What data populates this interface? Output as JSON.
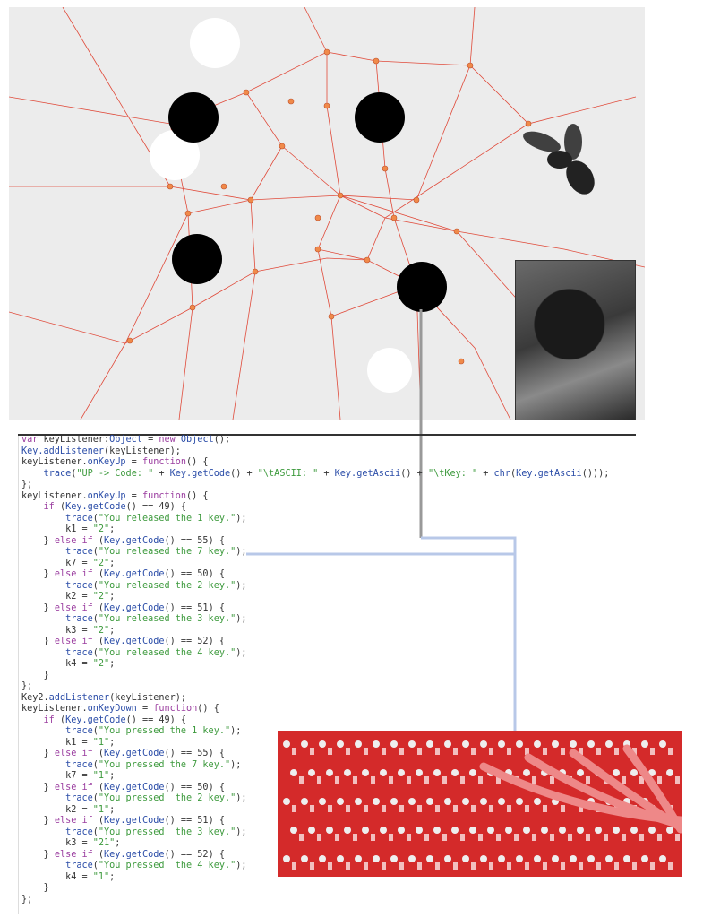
{
  "colors": {
    "road": "#e04a3a",
    "node": "#f08a4a",
    "code_keyword": "#9b3ea0",
    "code_method": "#2b4da8",
    "code_string": "#3d9a3d",
    "pcb": "#d42a2a",
    "connector": "#b8c8e8"
  },
  "code_lines": [
    [
      [
        "k",
        "var"
      ],
      [
        "p",
        " keyListener:"
      ],
      [
        "f",
        "Object"
      ],
      [
        "p",
        " = "
      ],
      [
        "k",
        "new"
      ],
      [
        "p",
        " "
      ],
      [
        "f",
        "Object"
      ],
      [
        "p",
        "();"
      ]
    ],
    [
      [
        "f",
        "Key.addListener"
      ],
      [
        "p",
        "(keyListener);"
      ]
    ],
    [
      [
        "p",
        "keyListener."
      ],
      [
        "f",
        "onKeyUp"
      ],
      [
        "p",
        " = "
      ],
      [
        "k",
        "function"
      ],
      [
        "p",
        "() {"
      ]
    ],
    [
      [
        "p",
        "    "
      ],
      [
        "f",
        "trace"
      ],
      [
        "p",
        "("
      ],
      [
        "s",
        "\"UP -> Code: \""
      ],
      [
        "p",
        " + "
      ],
      [
        "f",
        "Key.getCode"
      ],
      [
        "p",
        "() + "
      ],
      [
        "s",
        "\"\\tASCII: \""
      ],
      [
        "p",
        " + "
      ],
      [
        "f",
        "Key.getAscii"
      ],
      [
        "p",
        "() + "
      ],
      [
        "s",
        "\"\\tKey: \""
      ],
      [
        "p",
        " + "
      ],
      [
        "f",
        "chr"
      ],
      [
        "p",
        "("
      ],
      [
        "f",
        "Key.getAscii"
      ],
      [
        "p",
        "()));"
      ]
    ],
    [
      [
        "p",
        "};"
      ]
    ],
    [
      [
        "p",
        "keyListener."
      ],
      [
        "f",
        "onKeyUp"
      ],
      [
        "p",
        " = "
      ],
      [
        "k",
        "function"
      ],
      [
        "p",
        "() {"
      ]
    ],
    [
      [
        "p",
        "    "
      ],
      [
        "k",
        "if"
      ],
      [
        "p",
        " ("
      ],
      [
        "f",
        "Key.getCode"
      ],
      [
        "p",
        "() == 49) {"
      ]
    ],
    [
      [
        "p",
        "        "
      ],
      [
        "f",
        "trace"
      ],
      [
        "p",
        "("
      ],
      [
        "s",
        "\"You released the 1 key.\""
      ],
      [
        "p",
        ");"
      ]
    ],
    [
      [
        "p",
        "        k1 = "
      ],
      [
        "s",
        "\"2\""
      ],
      [
        "p",
        ";"
      ]
    ],
    [
      [
        "p",
        "    } "
      ],
      [
        "k",
        "else if"
      ],
      [
        "p",
        " ("
      ],
      [
        "f",
        "Key.getCode"
      ],
      [
        "p",
        "() == 55) {"
      ]
    ],
    [
      [
        "p",
        "        "
      ],
      [
        "f",
        "trace"
      ],
      [
        "p",
        "("
      ],
      [
        "s",
        "\"You released the 7 key.\""
      ],
      [
        "p",
        ");"
      ]
    ],
    [
      [
        "p",
        "        k7 = "
      ],
      [
        "s",
        "\"2\""
      ],
      [
        "p",
        ";"
      ]
    ],
    [
      [
        "p",
        "    } "
      ],
      [
        "k",
        "else if"
      ],
      [
        "p",
        " ("
      ],
      [
        "f",
        "Key.getCode"
      ],
      [
        "p",
        "() == 50) {"
      ]
    ],
    [
      [
        "p",
        "        "
      ],
      [
        "f",
        "trace"
      ],
      [
        "p",
        "("
      ],
      [
        "s",
        "\"You released the 2 key.\""
      ],
      [
        "p",
        ");"
      ]
    ],
    [
      [
        "p",
        "        k2 = "
      ],
      [
        "s",
        "\"2\""
      ],
      [
        "p",
        ";"
      ]
    ],
    [
      [
        "p",
        "    } "
      ],
      [
        "k",
        "else if"
      ],
      [
        "p",
        " ("
      ],
      [
        "f",
        "Key.getCode"
      ],
      [
        "p",
        "() == 51) {"
      ]
    ],
    [
      [
        "p",
        "        "
      ],
      [
        "f",
        "trace"
      ],
      [
        "p",
        "("
      ],
      [
        "s",
        "\"You released the 3 key.\""
      ],
      [
        "p",
        ");"
      ]
    ],
    [
      [
        "p",
        "        k3 = "
      ],
      [
        "s",
        "\"2\""
      ],
      [
        "p",
        ";"
      ]
    ],
    [
      [
        "p",
        "    } "
      ],
      [
        "k",
        "else if"
      ],
      [
        "p",
        " ("
      ],
      [
        "f",
        "Key.getCode"
      ],
      [
        "p",
        "() == 52) {"
      ]
    ],
    [
      [
        "p",
        "        "
      ],
      [
        "f",
        "trace"
      ],
      [
        "p",
        "("
      ],
      [
        "s",
        "\"You released the 4 key.\""
      ],
      [
        "p",
        ");"
      ]
    ],
    [
      [
        "p",
        "        k4 = "
      ],
      [
        "s",
        "\"2\""
      ],
      [
        "p",
        ";"
      ]
    ],
    [
      [
        "p",
        "    }"
      ]
    ],
    [
      [
        "p",
        "};"
      ]
    ],
    [
      [
        "p",
        "Key2."
      ],
      [
        "f",
        "addListener"
      ],
      [
        "p",
        "(keyListener);"
      ]
    ],
    [
      [
        "p",
        "keyListener."
      ],
      [
        "f",
        "onKeyDown"
      ],
      [
        "p",
        " = "
      ],
      [
        "k",
        "function"
      ],
      [
        "p",
        "() {"
      ]
    ],
    [
      [
        "p",
        "    "
      ],
      [
        "k",
        "if"
      ],
      [
        "p",
        " ("
      ],
      [
        "f",
        "Key.getCode"
      ],
      [
        "p",
        "() == 49) {"
      ]
    ],
    [
      [
        "p",
        "        "
      ],
      [
        "f",
        "trace"
      ],
      [
        "p",
        "("
      ],
      [
        "s",
        "\"You pressed the 1 key.\""
      ],
      [
        "p",
        ");"
      ]
    ],
    [
      [
        "p",
        "        k1 = "
      ],
      [
        "s",
        "\"1\""
      ],
      [
        "p",
        ";"
      ]
    ],
    [
      [
        "p",
        "    } "
      ],
      [
        "k",
        "else if"
      ],
      [
        "p",
        " ("
      ],
      [
        "f",
        "Key.getCode"
      ],
      [
        "p",
        "() == 55) {"
      ]
    ],
    [
      [
        "p",
        "        "
      ],
      [
        "f",
        "trace"
      ],
      [
        "p",
        "("
      ],
      [
        "s",
        "\"You pressed the 7 key.\""
      ],
      [
        "p",
        ");"
      ]
    ],
    [
      [
        "p",
        "        k7 = "
      ],
      [
        "s",
        "\"1\""
      ],
      [
        "p",
        ";"
      ]
    ],
    [
      [
        "p",
        "    } "
      ],
      [
        "k",
        "else if"
      ],
      [
        "p",
        " ("
      ],
      [
        "f",
        "Key.getCode"
      ],
      [
        "p",
        "() == 50) {"
      ]
    ],
    [
      [
        "p",
        "        "
      ],
      [
        "f",
        "trace"
      ],
      [
        "p",
        "("
      ],
      [
        "s",
        "\"You pressed  the 2 key.\""
      ],
      [
        "p",
        ");"
      ]
    ],
    [
      [
        "p",
        "        k2 = "
      ],
      [
        "s",
        "\"1\""
      ],
      [
        "p",
        ";"
      ]
    ],
    [
      [
        "p",
        "    } "
      ],
      [
        "k",
        "else if"
      ],
      [
        "p",
        " ("
      ],
      [
        "f",
        "Key.getCode"
      ],
      [
        "p",
        "() == 51) {"
      ]
    ],
    [
      [
        "p",
        "        "
      ],
      [
        "f",
        "trace"
      ],
      [
        "p",
        "("
      ],
      [
        "s",
        "\"You pressed  the 3 key.\""
      ],
      [
        "p",
        ");"
      ]
    ],
    [
      [
        "p",
        "        k3 = "
      ],
      [
        "s",
        "\"21\""
      ],
      [
        "p",
        ";"
      ]
    ],
    [
      [
        "p",
        "    } "
      ],
      [
        "k",
        "else if"
      ],
      [
        "p",
        " ("
      ],
      [
        "f",
        "Key.getCode"
      ],
      [
        "p",
        "() == 52) {"
      ]
    ],
    [
      [
        "p",
        "        "
      ],
      [
        "f",
        "trace"
      ],
      [
        "p",
        "("
      ],
      [
        "s",
        "\"You pressed  the 4 key.\""
      ],
      [
        "p",
        ");"
      ]
    ],
    [
      [
        "p",
        "        k4 = "
      ],
      [
        "s",
        "\"1\""
      ],
      [
        "p",
        ";"
      ]
    ],
    [
      [
        "p",
        "    }"
      ]
    ],
    [
      [
        "p",
        "};"
      ]
    ]
  ]
}
